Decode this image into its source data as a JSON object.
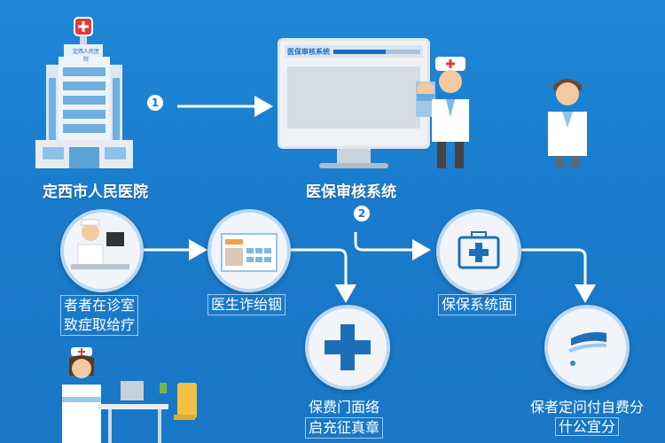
{
  "hospital": {
    "title": "定西市人民医院",
    "sign": "定西人民医院"
  },
  "system": {
    "title": "医保审核系统",
    "screen_title": "医保审核系统"
  },
  "steps": [
    {
      "badge": "1"
    },
    {
      "badge": "2"
    }
  ],
  "nodes": [
    {
      "lines": [
        "者者在诊室",
        "致症取给疗"
      ]
    },
    {
      "lines": [
        "医生诈绐铟"
      ]
    },
    {
      "lines": [
        "保费门面络",
        "启充征真章"
      ]
    },
    {
      "lines": [
        "保保系统面"
      ]
    },
    {
      "lines": [
        "保者定问付自费分",
        "什公宜分"
      ]
    }
  ],
  "colors": {
    "background": "#1a7acb",
    "accent_red": "#e03a3a",
    "icon_blue": "#1f6fb8"
  }
}
